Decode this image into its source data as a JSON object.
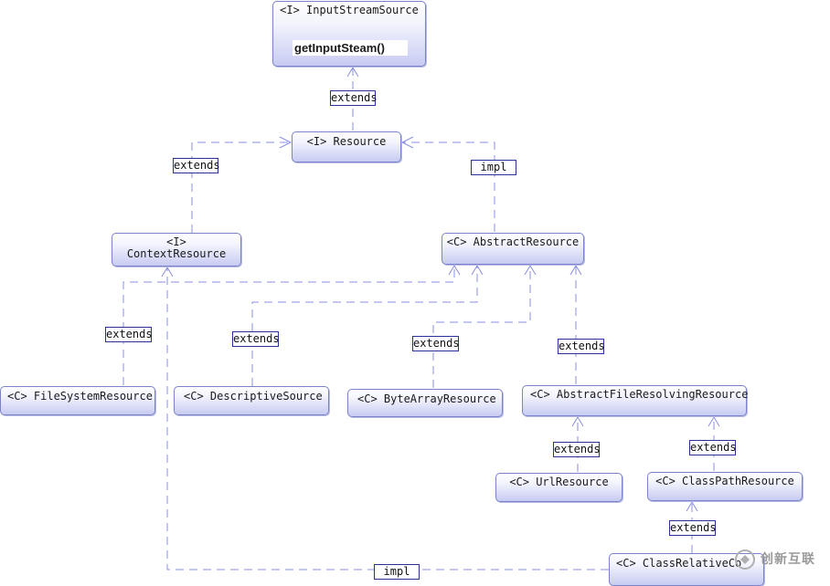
{
  "nodes": {
    "input_stream_source": {
      "title": "<I> InputStreamSource",
      "method": "getInputSteam()"
    },
    "resource": {
      "title": "<I> Resource"
    },
    "context_resource": {
      "stereotype": "<I>",
      "title": "ContextResource"
    },
    "abstract_resource": {
      "title": "<C> AbstractResource"
    },
    "file_system_resource": {
      "title": "<C> FileSystemResource"
    },
    "descriptive_source": {
      "title": "<C> DescriptiveSource"
    },
    "byte_array_resource": {
      "title": "<C> ByteArrayResource"
    },
    "abstract_file_resolving_resource": {
      "title": "<C> AbstractFileResolvingResource"
    },
    "url_resource": {
      "title": "<C> UrlResource"
    },
    "class_path_resource": {
      "title": "<C> ClassPathResource"
    },
    "class_relative_resource": {
      "title": "<C> ClassRelativeCo"
    }
  },
  "edge_labels": {
    "resource_to_iss": "extends",
    "context_to_resource": "extends",
    "abstract_to_resource": "impl",
    "filesystem_to_parents": "extends",
    "descriptive_to_abstract": "extends",
    "bytearray_to_abstract": "extends",
    "afr_to_abstract": "extends",
    "url_to_afr": "extends",
    "classpath_to_afr": "extends",
    "classrelative_to_classpath": "extends",
    "classrelative_to_context": "impl"
  },
  "watermark": {
    "text": "创新互联"
  },
  "colors": {
    "line": "#8a8fe0",
    "node_border": "#7b82c9",
    "label_border": "#2b2f99"
  }
}
